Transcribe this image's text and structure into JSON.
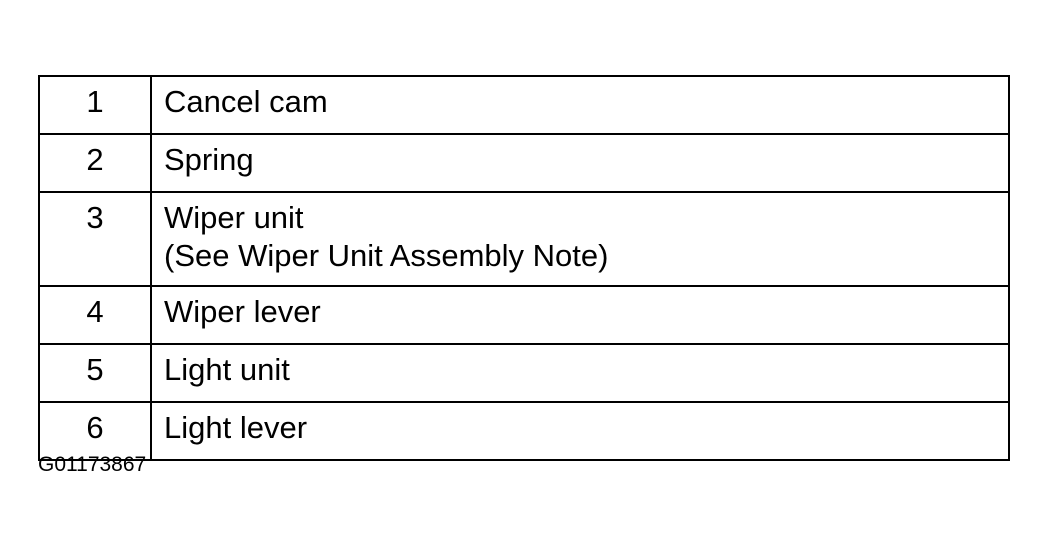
{
  "parts": [
    {
      "number": "1",
      "lines": [
        "Cancel cam"
      ]
    },
    {
      "number": "2",
      "lines": [
        "Spring"
      ]
    },
    {
      "number": "3",
      "lines": [
        "Wiper unit",
        "(See Wiper Unit Assembly Note)"
      ]
    },
    {
      "number": "4",
      "lines": [
        "Wiper lever"
      ]
    },
    {
      "number": "5",
      "lines": [
        "Light unit"
      ]
    },
    {
      "number": "6",
      "lines": [
        "Light lever"
      ]
    }
  ],
  "figure_id": "G01173867"
}
